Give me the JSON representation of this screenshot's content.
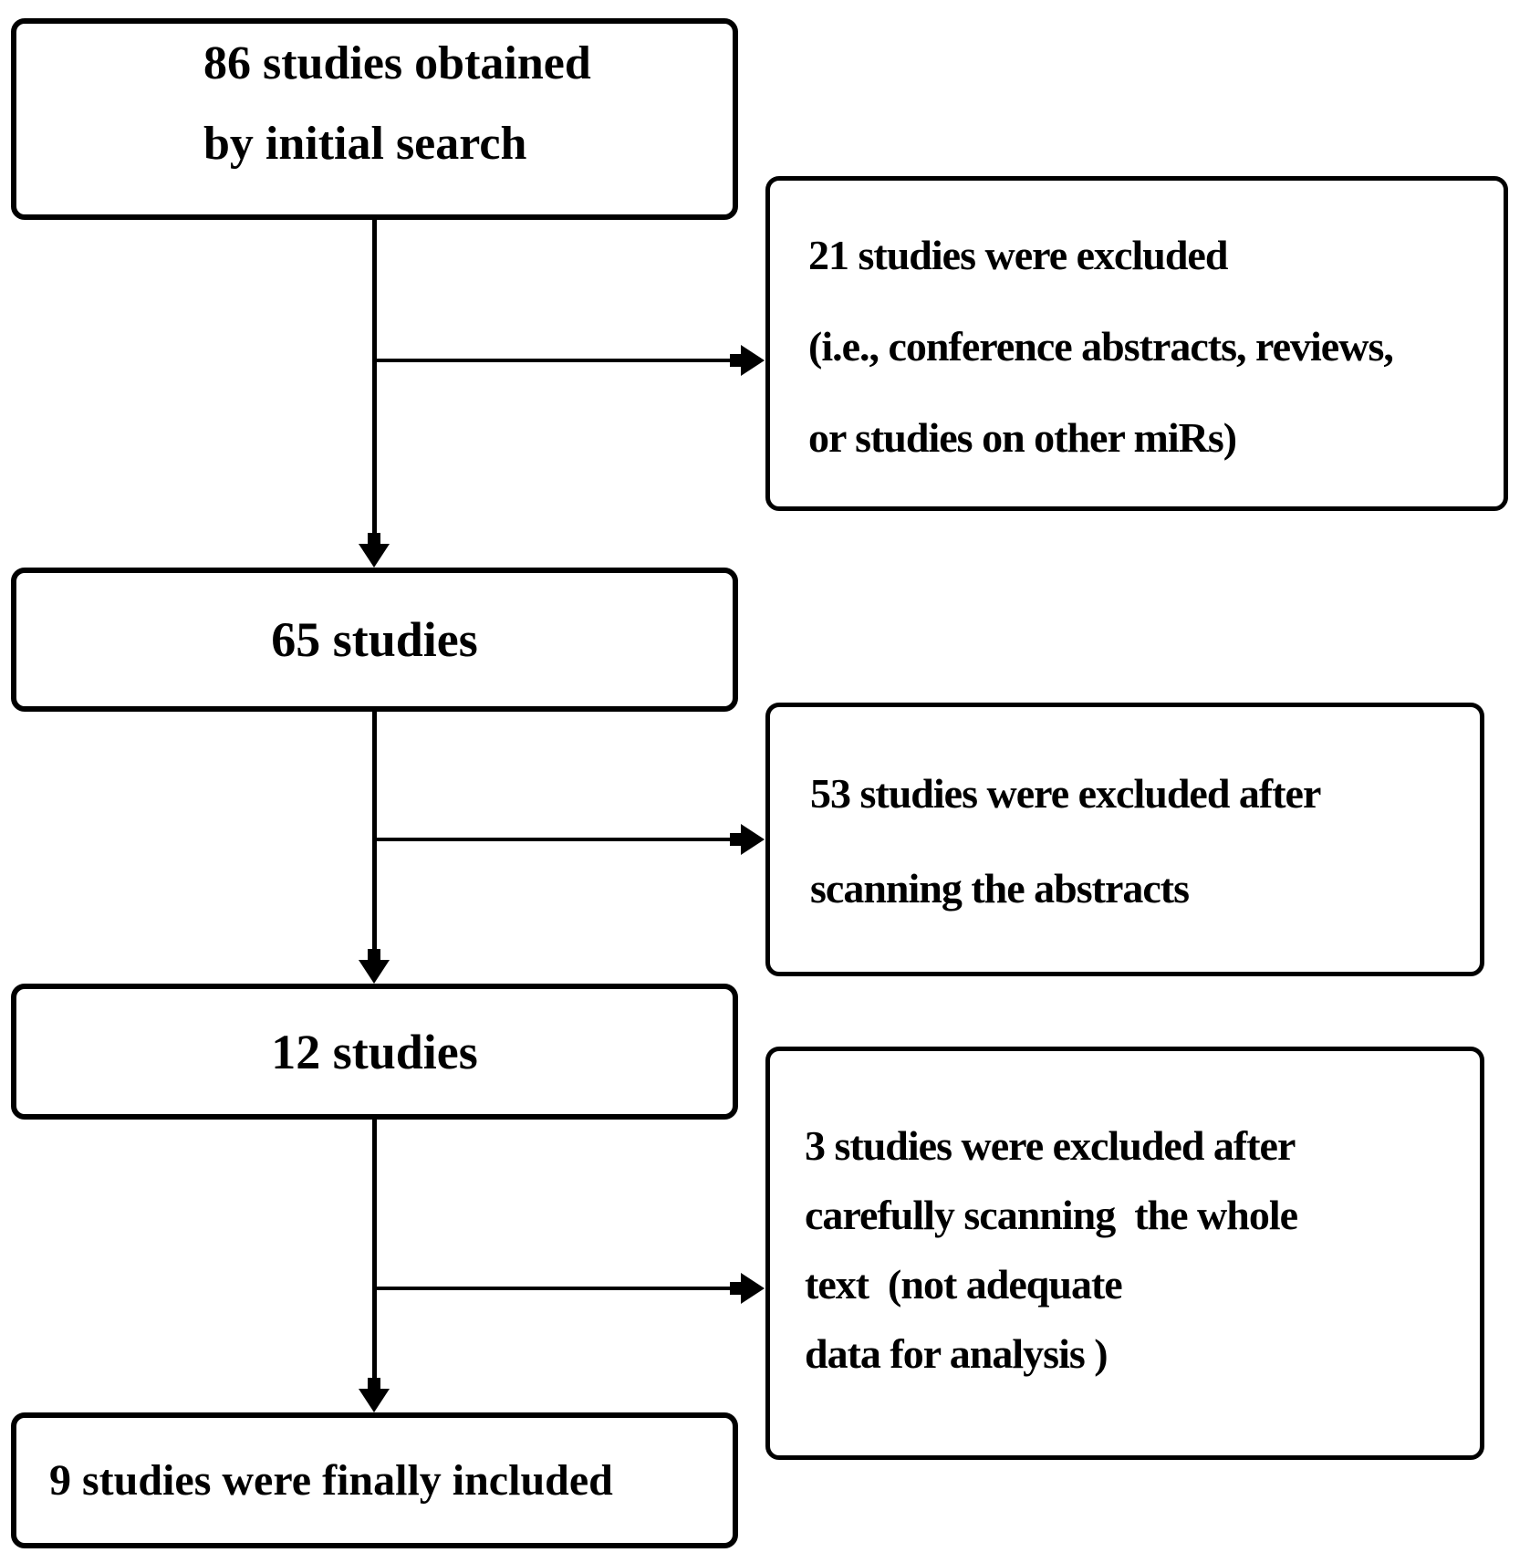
{
  "canvas": {
    "background": "#ffffff",
    "line_color": "#000000",
    "text_color": "#000000"
  },
  "nodes": {
    "initial": {
      "text": "86 studies obtained\nby initial search"
    },
    "screened": {
      "text": "65 studies"
    },
    "eligible": {
      "text": "12 studies"
    },
    "included": {
      "text": "9 studies were finally included"
    },
    "excluded_initial": {
      "text": "21 studies were excluded\n(i.e., conference abstracts, reviews,\nor studies on other miRs)"
    },
    "excluded_abstract": {
      "text": "53 studies were excluded after\nscanning the abstracts"
    },
    "excluded_fulltext": {
      "text": "3 studies were excluded after\ncarefully scanning  the whole\ntext  (not adequate\ndata for analysis )"
    }
  }
}
